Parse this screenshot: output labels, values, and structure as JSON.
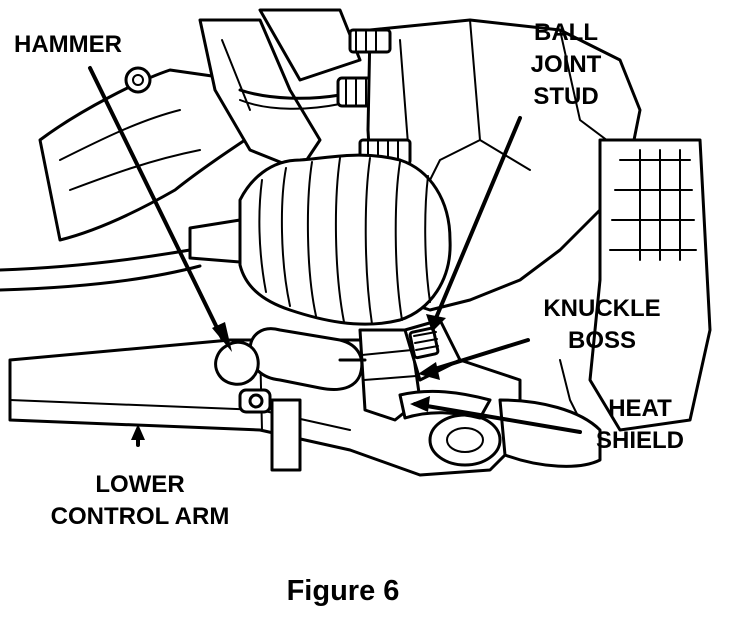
{
  "labels": {
    "hammer": "HAMMER",
    "ball_joint_stud": [
      "BALL",
      "JOINT",
      "STUD"
    ],
    "knuckle_boss": [
      "KNUCKLE",
      "BOSS"
    ],
    "heat_shield": [
      "HEAT",
      "SHIELD"
    ],
    "lower_control_arm": [
      "LOWER",
      "CONTROL ARM"
    ]
  },
  "caption": "Figure 6"
}
